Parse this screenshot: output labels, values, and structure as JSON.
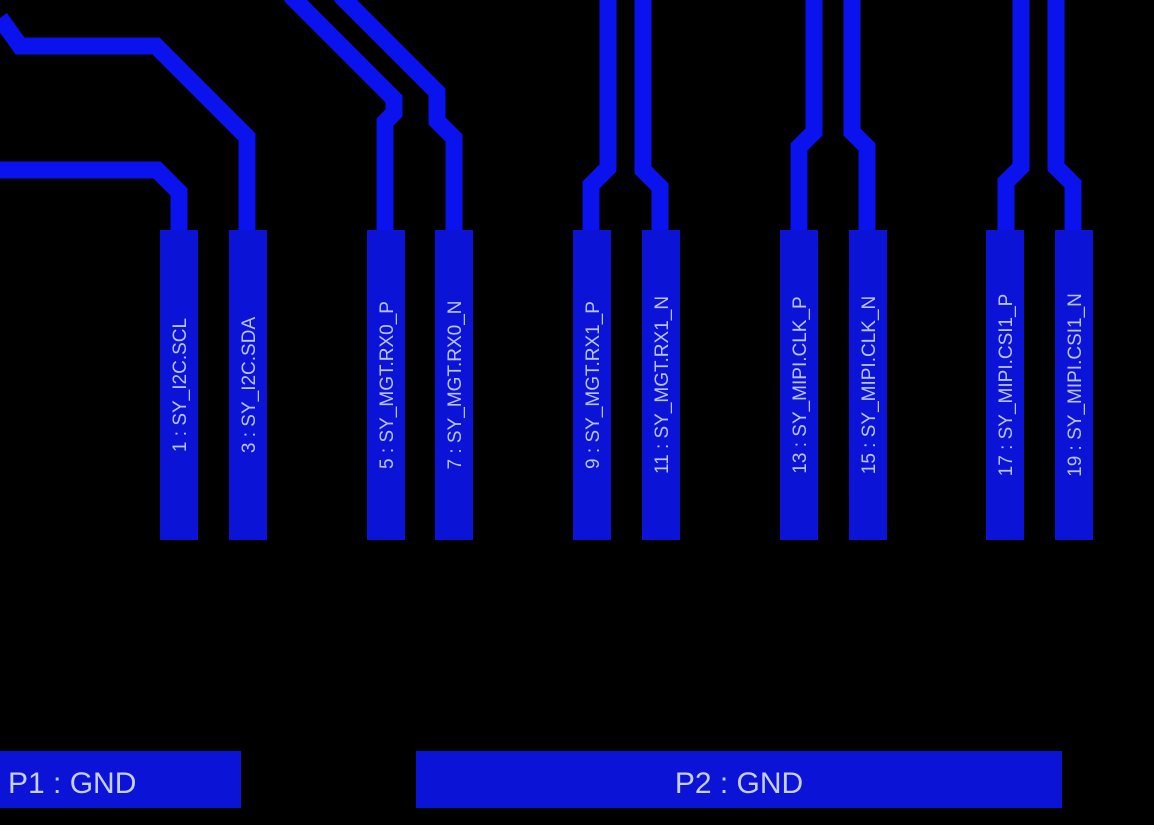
{
  "view": {
    "background": "#000000",
    "copper_color": "#0a12ee",
    "pad_color": "#0b14d6"
  },
  "pads": [
    {
      "id": "1",
      "label": "1 : SY_I2C.SCL"
    },
    {
      "id": "3",
      "label": "3 : SY_I2C.SDA"
    },
    {
      "id": "5",
      "label": "5 : SY_MGT.RX0_P"
    },
    {
      "id": "7",
      "label": "7 : SY_MGT.RX0_N"
    },
    {
      "id": "9",
      "label": "9 : SY_MGT.RX1_P"
    },
    {
      "id": "11",
      "label": "11 : SY_MGT.RX1_N"
    },
    {
      "id": "13",
      "label": "13 : SY_MIPI.CLK_P"
    },
    {
      "id": "15",
      "label": "15 : SY_MIPI.CLK_N"
    },
    {
      "id": "17",
      "label": "17 : SY_MIPI.CSI1_P"
    },
    {
      "id": "19",
      "label": "19 : SY_MIPI.CSI1_N"
    }
  ],
  "gnd_pads": [
    {
      "id": "P1",
      "label": "P1 : GND"
    },
    {
      "id": "P2",
      "label": "P2 : GND"
    }
  ]
}
